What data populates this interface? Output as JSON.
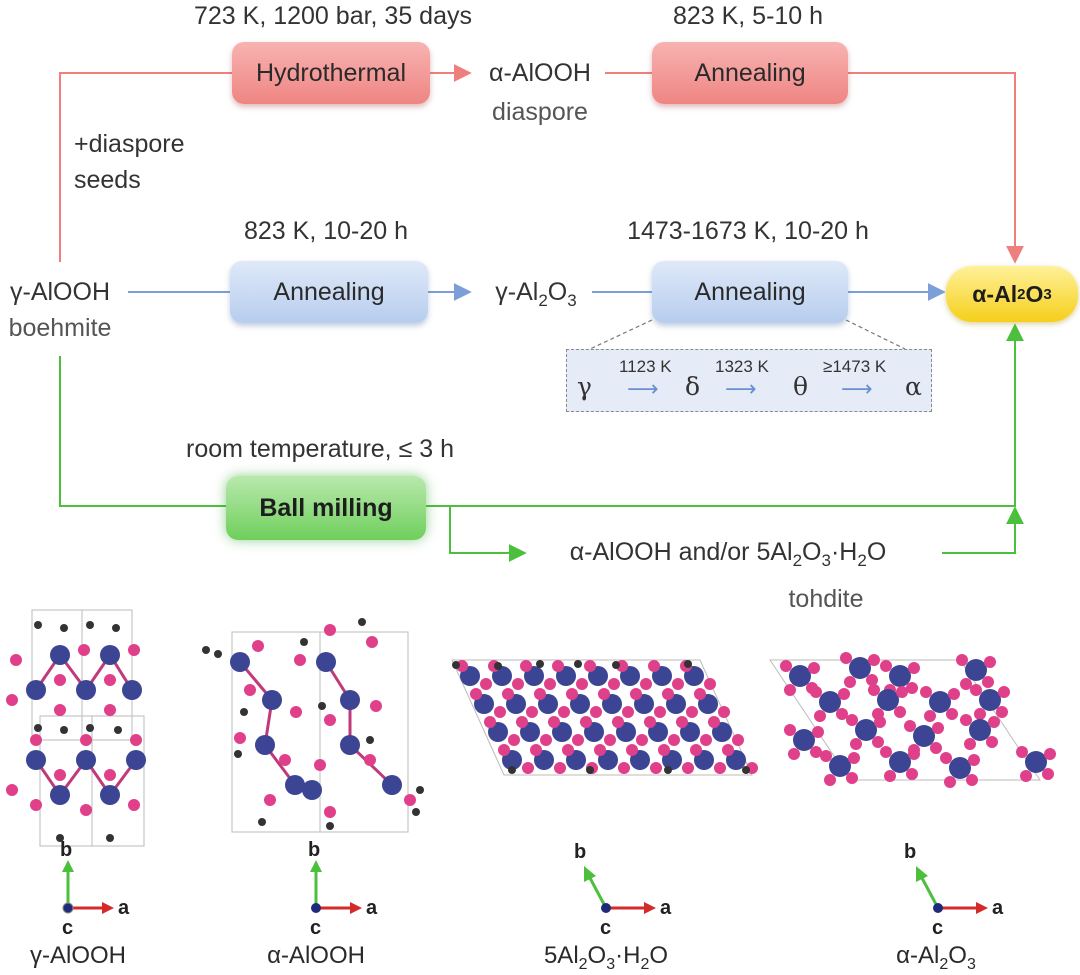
{
  "diagram": {
    "top_conditions": "723 K, 1200 bar, 35 days",
    "top_right_conditions": "823 K, 5-10 h",
    "hydrothermal_label": "Hydrothermal",
    "annealing_top_label": "Annealing",
    "diaspore_formula": "α-AlOOH",
    "diaspore_name": "diaspore",
    "seeds_line1": "+diaspore",
    "seeds_line2": "seeds",
    "boehmite_formula": "γ-AlOOH",
    "boehmite_name": "boehmite",
    "mid_conditions_left": "823 K, 10-20 h",
    "mid_conditions_right": "1473-1673 K, 10-20 h",
    "annealing_mid1_label": "Annealing",
    "annealing_mid2_label": "Annealing",
    "gamma_alumina_prefix": "γ-Al",
    "gamma_alumina_sub1": "2",
    "gamma_alumina_mid": "O",
    "gamma_alumina_sub2": "3",
    "product_prefix": "α-Al",
    "product_sub1": "2",
    "product_mid": "O",
    "product_sub2": "3",
    "sequence": {
      "p1": "γ",
      "t1": "1123 K",
      "p2": "δ",
      "t2": "1323 K",
      "p3": "θ",
      "t3": "≥1473 K",
      "p4": "α"
    },
    "milling_conditions": "room temperature, ≤ 3 h",
    "milling_label": "Ball milling",
    "intermediate_text": "α-AlOOH and/or 5Al",
    "intermediate_sub1": "2",
    "intermediate_mid": "O",
    "intermediate_sub2": "3",
    "intermediate_tail": "·H",
    "intermediate_sub3": "2",
    "intermediate_end": "O",
    "tohdite_name": "tohdite"
  },
  "structures": [
    {
      "caption": "γ-AlOOH",
      "axis_b": "b",
      "axis_a": "a",
      "axis_c": "c"
    },
    {
      "caption": "α-AlOOH",
      "axis_b": "b",
      "axis_a": "a",
      "axis_c": "c"
    },
    {
      "caption_prefix": "5Al",
      "caption_sub1": "2",
      "caption_mid": "O",
      "caption_sub2": "3",
      "caption_tail": "·H",
      "caption_sub3": "2",
      "caption_end": "O",
      "axis_b": "b",
      "axis_a": "a",
      "axis_c": "c"
    },
    {
      "caption_prefix": "α-Al",
      "caption_sub1": "2",
      "caption_mid": "O",
      "caption_sub2": "3",
      "axis_b": "b",
      "axis_a": "a",
      "axis_c": "c"
    }
  ],
  "colors": {
    "red_route": "#ee7f7d",
    "blue_route": "#7c9fd8",
    "green_route": "#4cbf3c",
    "al_atom": "#3b4594",
    "o_atom": "#e0408a",
    "h_atom": "#333333",
    "axis_a": "#d42a2a",
    "axis_b": "#4cbf3c",
    "axis_c": "#1f2a7a"
  }
}
